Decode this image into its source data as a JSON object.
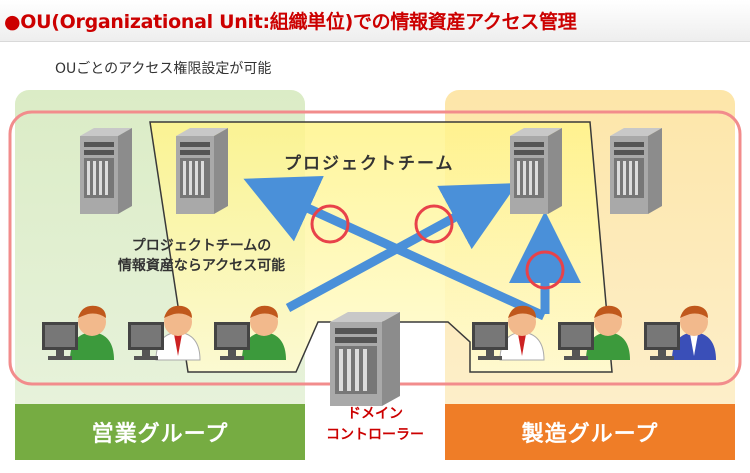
{
  "title": "●OU(Organizational Unit:組織単位)での情報資産アクセス管理",
  "subtitle": "OUごとのアクセス権限設定が可能",
  "project_team": {
    "label": "プロジェクトチーム",
    "note_line1": "プロジェクトチームの",
    "note_line2": "情報資産ならアクセス可能"
  },
  "groups": {
    "sales": "営業グループ",
    "manufacturing": "製造グループ"
  },
  "domain_controller": {
    "line1": "ドメイン",
    "line2": "コントローラー"
  },
  "colors": {
    "title_red": "#cc0000",
    "sales_green": "#76ac42",
    "mfg_orange": "#ef7d27",
    "project_yellow": "#fff799",
    "arrow_blue": "#4a90d9",
    "outline_pink": "#f08080"
  },
  "icons": {
    "server": "server-icon",
    "user": "user-at-pc-icon",
    "ok_mark": "circle-ok-icon"
  }
}
